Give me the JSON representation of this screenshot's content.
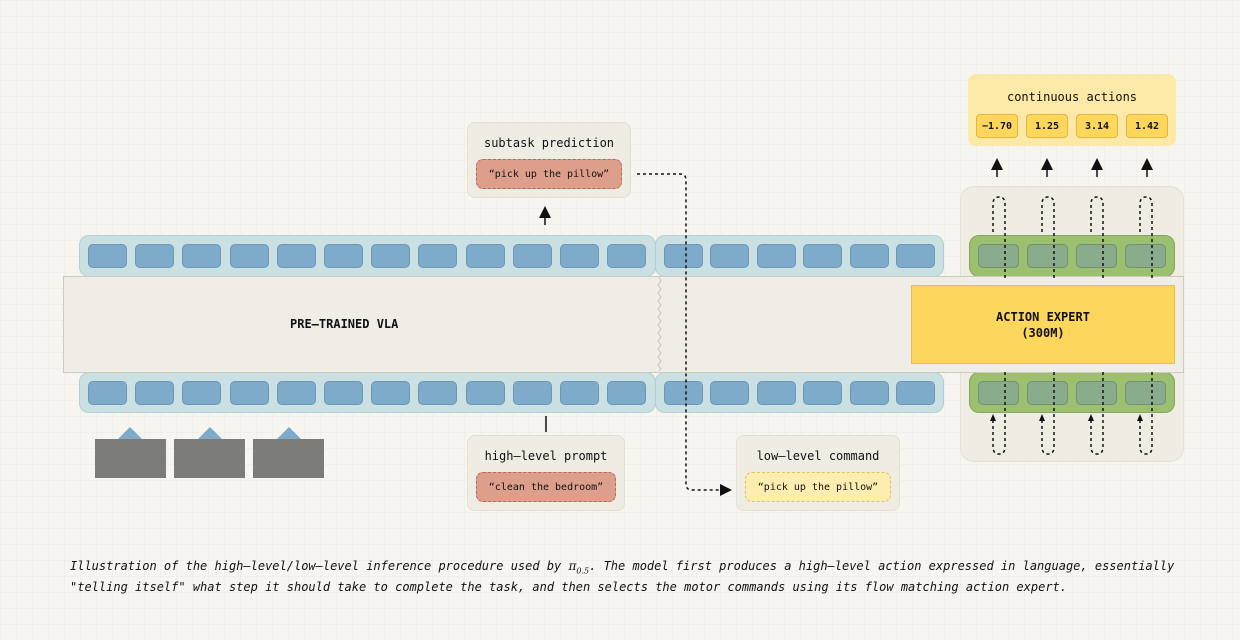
{
  "vla_label": "PRE–TRAINED VLA",
  "expert": {
    "line1": "ACTION EXPERT",
    "line2": "(300M)"
  },
  "subtask": {
    "title": "subtask prediction",
    "text": "“pick up the pillow”"
  },
  "highlevel": {
    "title": "high–level prompt",
    "text": "“clean the bedroom”"
  },
  "lowlevel": {
    "title": "low–level command",
    "text": "“pick up the pillow”"
  },
  "actions": {
    "title": "continuous actions",
    "values": [
      "−1.70",
      "1.25",
      "3.14",
      "1.42"
    ]
  },
  "caption": {
    "before": "Illustration of the high–level/low–level inference procedure used by ",
    "pi": "π",
    "pi_sub": "0.5",
    "after": ". The model first produces a high–level action expressed in language, essentially \"telling itself\" what step it should take to complete the task, and then selects the motor commands using its flow matching action expert."
  },
  "colors": {
    "token_blue": "#7fabca",
    "token_green": "#8aab8c",
    "expert_yellow": "#fcd75c",
    "prompt_red": "#de9e8c",
    "command_yellow": "#fdeeb0"
  }
}
